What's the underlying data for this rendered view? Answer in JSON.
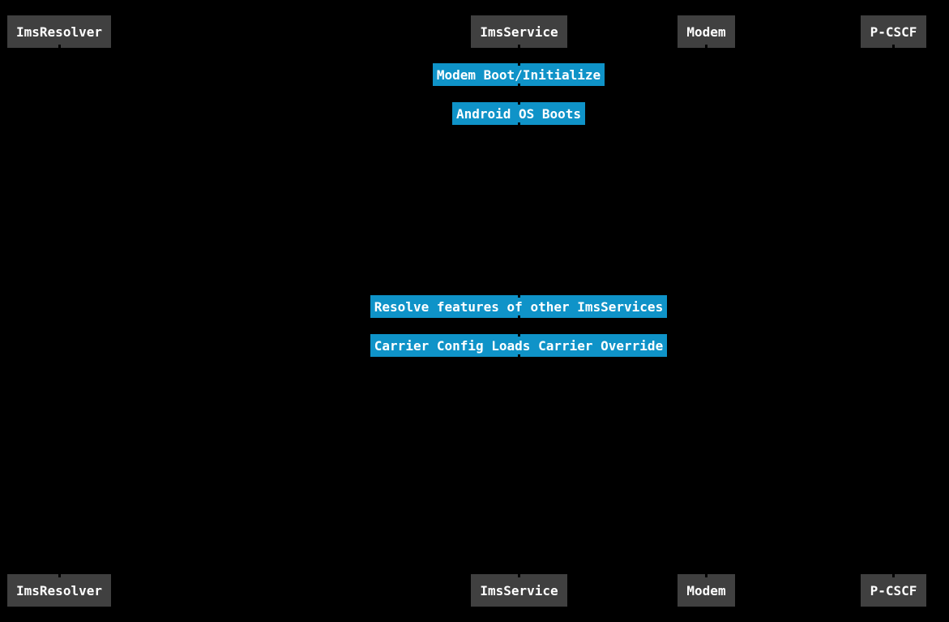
{
  "diagram": {
    "type": "sequence-diagram",
    "background_color": "#000000",
    "colors": {
      "participant_fill": "#404040",
      "note_fill": "#0f93c8",
      "text": "#ffffff",
      "lifeline": "#000000"
    },
    "participants": [
      {
        "label": "ImsResolver"
      },
      {
        "label": "ImsService"
      },
      {
        "label": "Modem"
      },
      {
        "label": "P-CSCF"
      }
    ],
    "notes": [
      {
        "label": "Modem Boot/Initialize",
        "over": "ImsService"
      },
      {
        "label": "Android OS Boots",
        "over": "ImsService"
      },
      {
        "label": "Resolve features of other ImsServices",
        "over": "ImsService"
      },
      {
        "label": "Carrier Config Loads Carrier Override",
        "over": "ImsService"
      }
    ]
  }
}
